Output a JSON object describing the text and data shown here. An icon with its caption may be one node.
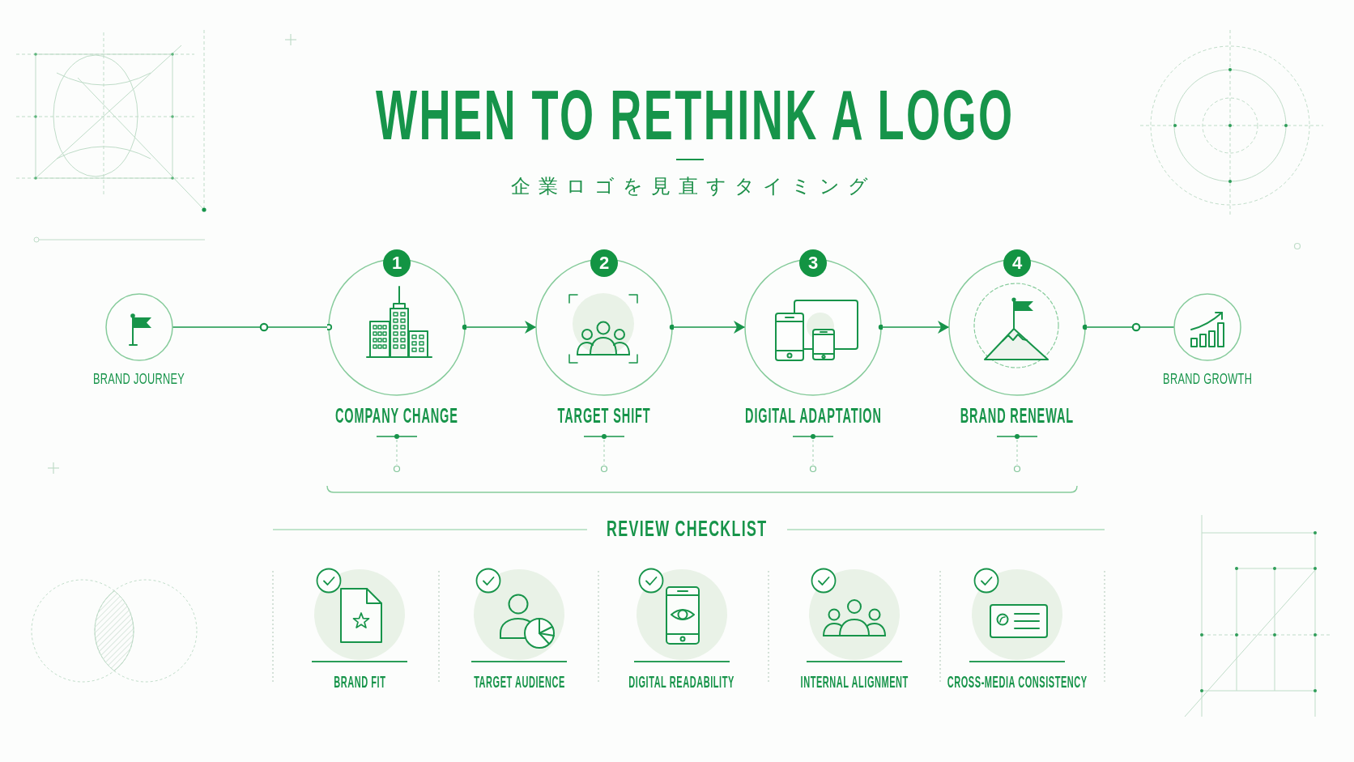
{
  "diagram": {
    "title": "WHEN TO RETHINK A LOGO",
    "nodes": [
      {
        "text": [
          "BRAND JOURNEY"
        ]
      },
      {
        "text": [
          "1",
          "COMPANY CHANGE"
        ]
      },
      {
        "text": [
          "2",
          "TARGET SHIFT"
        ]
      },
      {
        "text": [
          "3",
          "DIGITAL ADAPTATION"
        ]
      },
      {
        "text": [
          "4",
          "BRAND RENEWAL"
        ]
      },
      {
        "text": [
          "BRAND GROWTH"
        ]
      },
      {
        "text": [
          "BRAND FIT"
        ]
      },
      {
        "text": [
          "TARGET AUDIENCE"
        ]
      },
      {
        "text": [
          "DIGITAL READABILITY"
        ]
      },
      {
        "text": [
          "INTERNAL ALIGNMENT"
        ]
      },
      {
        "text": [
          "CROSS-MEDIA CONSISTENCY"
        ]
      }
    ],
    "edges": [
      {
        "from": 0,
        "to": 1,
        "arrow": "none"
      },
      {
        "from": 1,
        "to": 2,
        "arrow": "to"
      },
      {
        "from": 2,
        "to": 3,
        "arrow": "to"
      },
      {
        "from": 3,
        "to": 4,
        "arrow": "to"
      },
      {
        "from": 4,
        "to": 5,
        "arrow": "none"
      }
    ],
    "labels": [
      "企業ロゴを見直すタイミング",
      "REVIEW CHECKLIST"
    ]
  }
}
